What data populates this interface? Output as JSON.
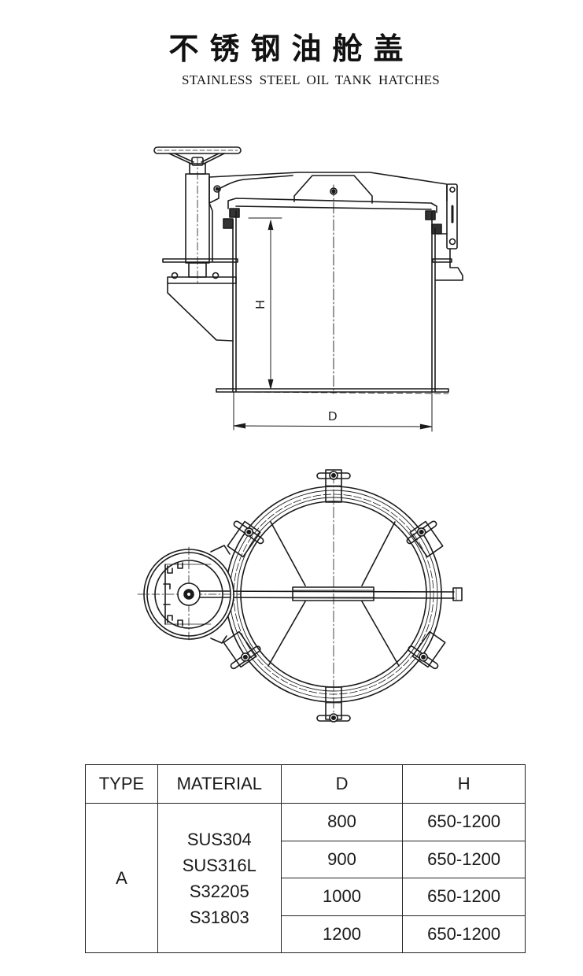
{
  "header": {
    "title_cn": "不锈钢油舱盖",
    "title_en": "STAINLESS  STEEL OIL  TANK  HATCHES"
  },
  "side_view": {
    "dimension_height_label": "H",
    "dimension_diameter_label": "D"
  },
  "spec_table": {
    "columns": [
      "TYPE",
      "MATERIAL",
      "D",
      "H"
    ],
    "type": "A",
    "materials": [
      "SUS304",
      "SUS316L",
      "S32205",
      "S31803"
    ],
    "rows": [
      {
        "D": "800",
        "H": "650-1200"
      },
      {
        "D": "900",
        "H": "650-1200"
      },
      {
        "D": "1000",
        "H": "650-1200"
      },
      {
        "D": "1200",
        "H": "650-1200"
      }
    ]
  }
}
